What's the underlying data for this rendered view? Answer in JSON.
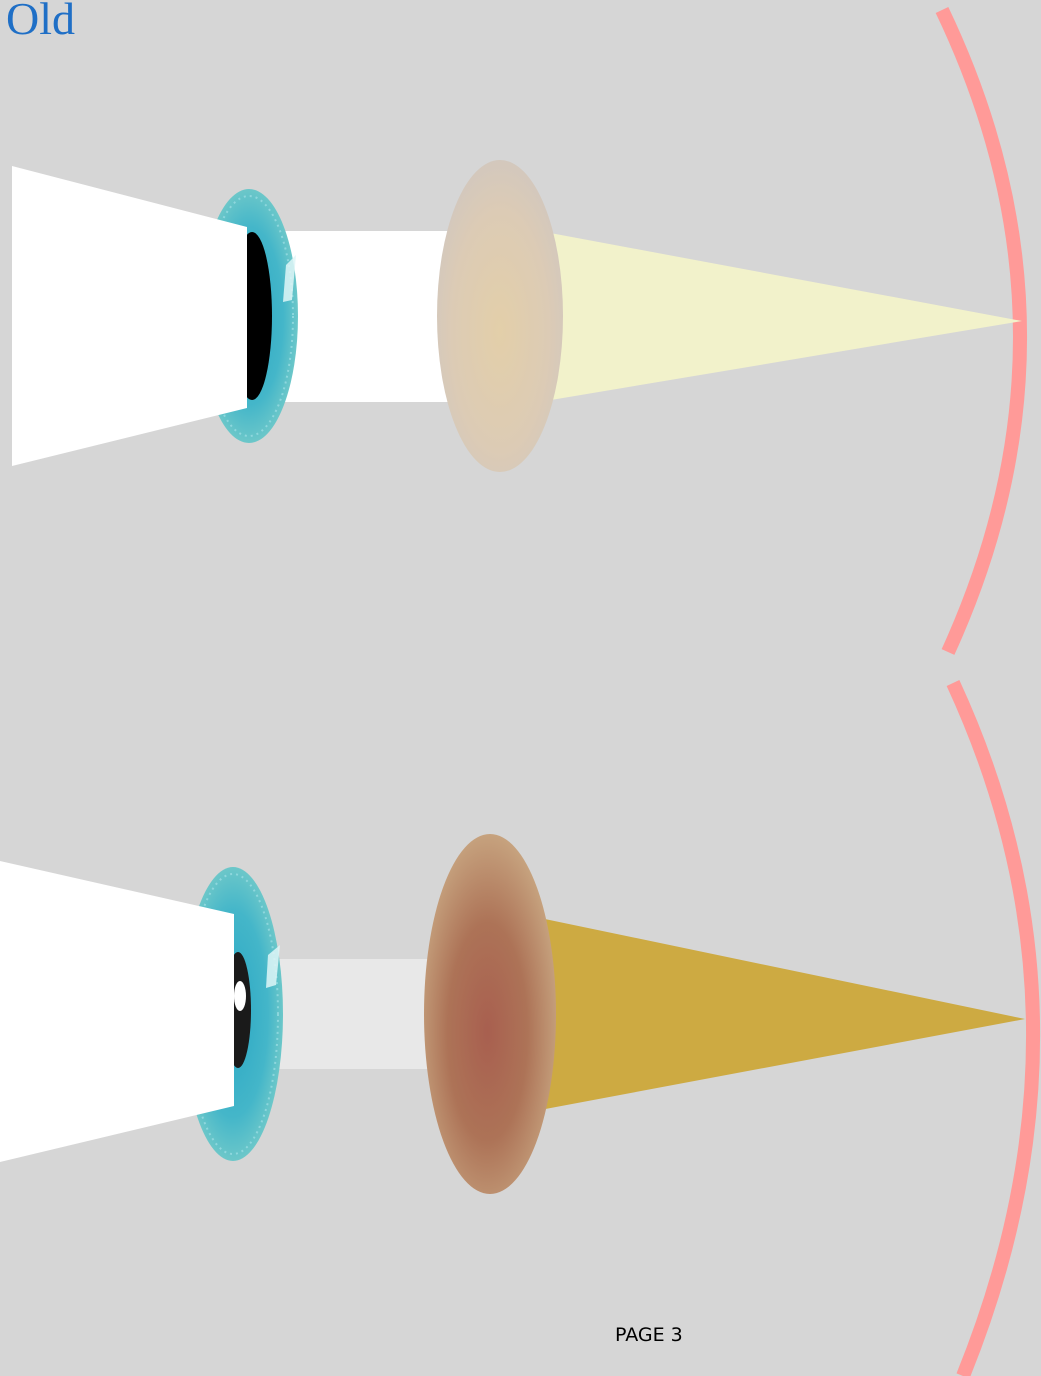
{
  "title": "Old",
  "page_label": "PAGE 3",
  "colors": {
    "background": "#d6d6d6",
    "title": "#1f6fc6",
    "retina": "#ff9a98",
    "light_beam": "#ffffff",
    "light_beam_dim": "#e8e8e8",
    "iris": "#5fc4c8",
    "pupil": "#000000",
    "lens_clear": "#d9cbb6",
    "lens_cloudy": "#a86e55",
    "focus_clear": "#f2f2cb",
    "focus_cloudy": "#cdaa42"
  },
  "panels": [
    {
      "name": "clear-lens-eye",
      "iris_icon": "eye-iris-icon",
      "lens_icon": "lens-icon",
      "lens_state": "clear",
      "light_state": "bright"
    },
    {
      "name": "cloudy-lens-eye",
      "iris_icon": "eye-iris-icon",
      "lens_icon": "lens-icon",
      "lens_state": "cloudy",
      "light_state": "dim"
    }
  ]
}
